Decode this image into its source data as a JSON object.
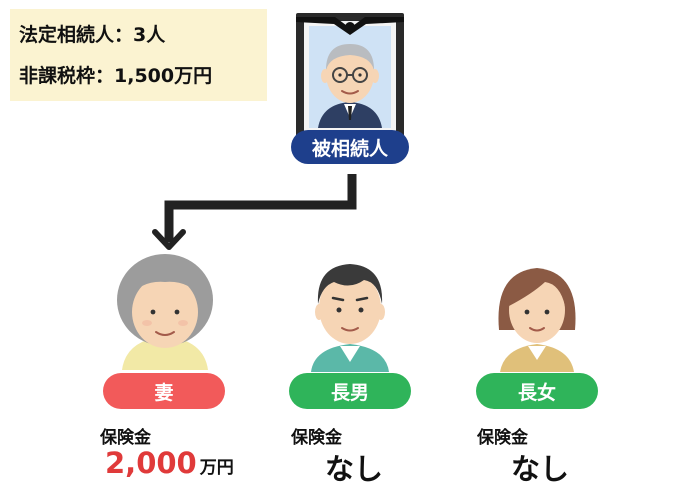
{
  "info": {
    "heirs_line": "法定相続人：3人",
    "exempt_line": "非課税枠：1,500万円"
  },
  "decedent": {
    "label": "被相続人"
  },
  "people": [
    {
      "role": "妻",
      "insurance_label": "保険金",
      "amount": "2,000",
      "unit": "万円",
      "pill_color": "#f25a5a"
    },
    {
      "role": "長男",
      "insurance_label": "保険金",
      "amount": "なし",
      "pill_color": "#2fb45a"
    },
    {
      "role": "長女",
      "insurance_label": "保険金",
      "amount": "なし",
      "pill_color": "#2fb45a"
    }
  ],
  "colors": {
    "decedent_pill": "#1e3f8c",
    "amount_red": "#e03a3a",
    "arrow": "#222222",
    "info_bg": "#fbf3d1"
  }
}
